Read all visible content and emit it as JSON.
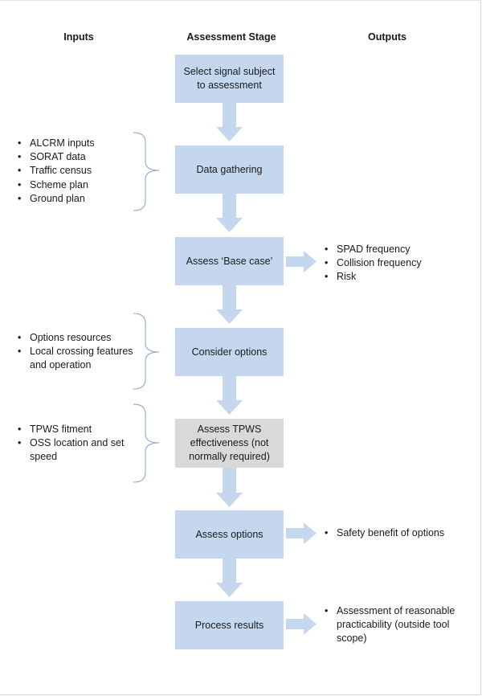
{
  "headers": {
    "inputs": "Inputs",
    "stage": "Assessment Stage",
    "outputs": "Outputs"
  },
  "stages": [
    {
      "label": "Select signal subject to assessment"
    },
    {
      "label": "Data gathering"
    },
    {
      "label": "Assess ‘Base case’"
    },
    {
      "label": "Consider options"
    },
    {
      "label": "Assess TPWS effectiveness (not normally required)"
    },
    {
      "label": "Assess options"
    },
    {
      "label": "Process results"
    }
  ],
  "inputs": {
    "data_gathering": [
      "ALCRM inputs",
      "SORAT data",
      "Traffic census",
      "Scheme plan",
      "Ground plan"
    ],
    "consider_options": [
      "Options resources",
      "Local crossing features and operation"
    ],
    "tpws": [
      "TPWS fitment",
      "OSS location and set speed"
    ]
  },
  "outputs": {
    "base_case": [
      "SPAD frequency",
      "Collision frequency",
      "Risk"
    ],
    "assess_options": [
      "Safety benefit of options"
    ],
    "process_results": [
      "Assessment of reasonable practicability (outside tool scope)"
    ]
  },
  "colors": {
    "stage_box": "#c5d7ef",
    "optional_box": "#d9d9d9",
    "arrow": "#c5d7ef",
    "brace": "#7fa3d0"
  }
}
